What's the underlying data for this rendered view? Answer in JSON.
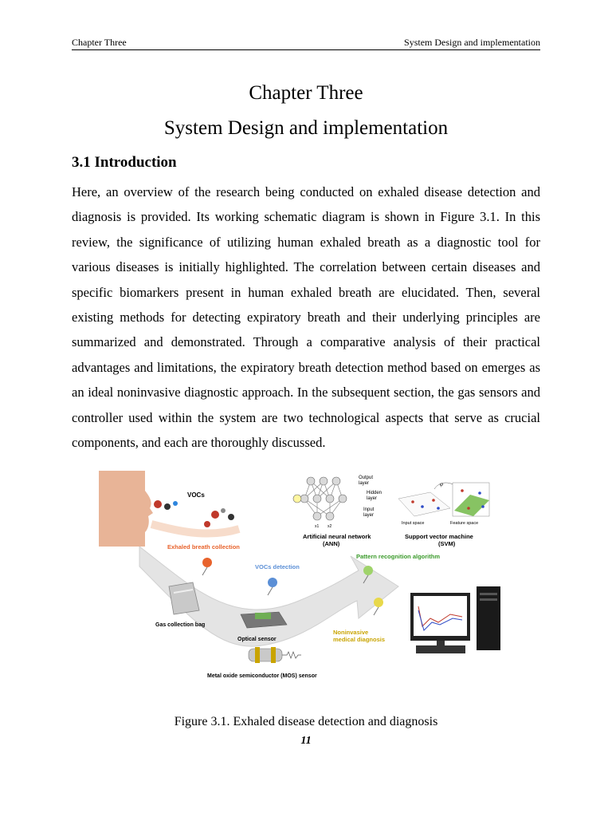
{
  "header": {
    "left": "Chapter Three",
    "right": "System Design and implementation"
  },
  "title": {
    "line1": "Chapter Three",
    "line2": "System Design and implementation"
  },
  "section": {
    "heading": "3.1 Introduction",
    "paragraph": "Here, an overview of the research being conducted on exhaled disease detection and diagnosis is provided. Its working schematic diagram is shown in Figure 3.1. In this review, the significance of utilizing human exhaled breath as a diagnostic tool for various diseases is initially highlighted. The correlation between certain diseases and specific biomarkers present in human exhaled breath are elucidated. Then, several existing methods for detecting expiratory breath and their underlying principles are summarized and demonstrated. Through a comparative analysis of their practical advantages and limitations, the expiratory breath detection method based on emerges as an ideal noninvasive diagnostic approach. In the subsequent section, the gas sensors and controller used within the system are two technological aspects that serve as crucial components, and each are thoroughly discussed."
  },
  "figure": {
    "labels": {
      "vocs": "VOCs",
      "output_layer": "Output",
      "output_layer2": "layer",
      "hidden_layer": "Hidden",
      "hidden_layer2": "layer",
      "input_layer": "Input",
      "input_layer2": "layer",
      "x1": "x1",
      "x2": "x2",
      "phi": "φ",
      "input_space": "Input space",
      "feature_space": "Feature space",
      "ann": "Artificial neural network",
      "ann_abbr": "(ANN)",
      "svm": "Support vector machine",
      "svm_abbr": "(SVM)",
      "exhaled_breath": "Exhaled breath collection",
      "pattern_recognition": "Pattern recognition algorithm",
      "vocs_detection": "VOCs detection",
      "gas_bag": "Gas collection bag",
      "optical_sensor": "Optical sensor",
      "noninvasive_1": "Noninvasive",
      "noninvasive_2": "medical diagnosis",
      "mos_sensor": "Metal oxide semiconductor (MOS) sensor"
    },
    "caption": "Figure 3.1. Exhaled disease detection and diagnosis"
  },
  "page_number": "11",
  "colors": {
    "accent_orange": "#e8632c",
    "accent_blue": "#5b8fd6",
    "accent_green": "#3a9a2a",
    "accent_yellow": "#c9a400"
  }
}
